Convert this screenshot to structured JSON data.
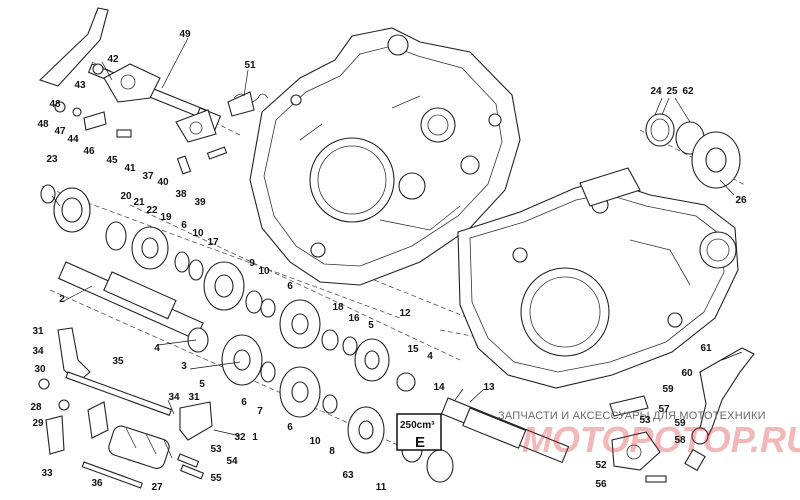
{
  "callouts": {
    "c1": "1",
    "c2": "2",
    "c3": "3",
    "c4": "4",
    "c4b": "4",
    "c5": "5",
    "c5b": "5",
    "c6": "6",
    "c6b": "6",
    "c6c": "6",
    "c7": "7",
    "c8": "8",
    "c9": "9",
    "c10": "10",
    "c10b": "10",
    "c10c": "10",
    "c11": "11",
    "c12": "12",
    "c13": "13",
    "c14": "14",
    "c15": "15",
    "c16": "16",
    "c17": "17",
    "c18": "18",
    "c19": "19",
    "c20": "20",
    "c21": "21",
    "c22": "22",
    "c23": "23",
    "c24": "24",
    "c25": "25",
    "c26": "26",
    "c27": "27",
    "c28": "28",
    "c29": "29",
    "c30": "30",
    "c31": "31",
    "c32": "32",
    "c33": "33",
    "c34": "34",
    "c34b": "34",
    "c35": "35",
    "c36": "36",
    "c37": "37",
    "c38": "38",
    "c39": "39",
    "c40": "40",
    "c41": "41",
    "c42": "42",
    "c43": "43",
    "c44": "44",
    "c45": "45",
    "c46": "46",
    "c47": "47",
    "c48": "48",
    "c49": "49",
    "c51": "51",
    "c52": "52",
    "c53": "53",
    "c54": "54",
    "c55": "55",
    "c56": "56",
    "c57": "57",
    "c58": "58",
    "c59": "59",
    "c60": "60",
    "c61": "61",
    "c62": "62",
    "c63": "63"
  },
  "badge": {
    "displacement": "250cm³",
    "letter": "E"
  },
  "watermark": {
    "text": "ЗАПЧАСТИ И АКСЕССУАРЫ ДЛЯ МОТОТЕХНИКИ",
    "brand": "MOTOPOTOP.RU"
  }
}
